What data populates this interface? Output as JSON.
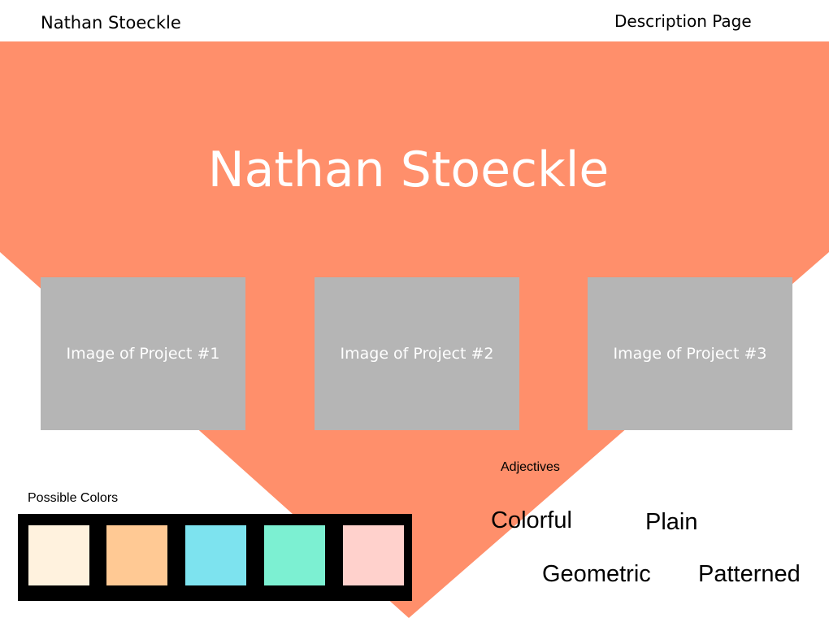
{
  "header": {
    "name": "Nathan Stoeckle",
    "page_label": "Description Page"
  },
  "hero": {
    "title": "Nathan Stoeckle"
  },
  "projects": [
    {
      "label": "Image of Project #1"
    },
    {
      "label": "Image of Project #2"
    },
    {
      "label": "Image of Project #3"
    }
  ],
  "adjectives": {
    "heading": "Adjectives",
    "words": [
      "Colorful",
      "Plain",
      "Geometric",
      "Patterned"
    ]
  },
  "possible_colors": {
    "heading": "Possible Colors",
    "swatches": [
      "#fff2de",
      "#ffc994",
      "#7de3ef",
      "#7cf0d2",
      "#ffd1cc"
    ]
  },
  "theme": {
    "accent": "#ff8f6b",
    "placeholder": "#b5b5b5",
    "palette_frame": "#000000"
  }
}
